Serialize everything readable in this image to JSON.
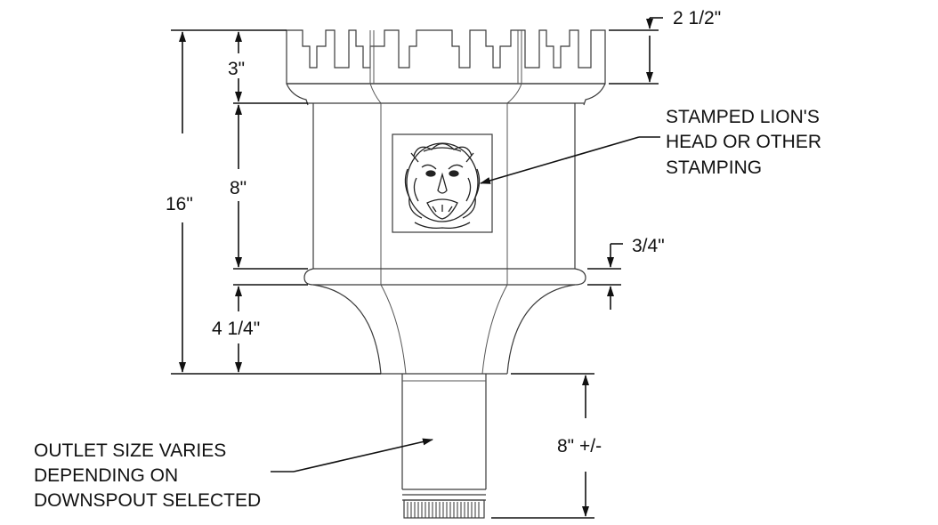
{
  "diagram": {
    "dimensions": {
      "crown_notch": "2 1/2\"",
      "crown_height": "3\"",
      "body_height": "8\"",
      "overall_height": "16\"",
      "band_height": "3/4\"",
      "lower_height": "4 1/4\"",
      "outlet_length": "8\" +/-"
    },
    "callouts": {
      "stamping": [
        "STAMPED LION'S",
        "HEAD OR OTHER",
        "STAMPING"
      ],
      "outlet": [
        "OUTLET SIZE VARIES",
        "DEPENDING ON",
        "DOWNSPOUT SELECTED"
      ]
    }
  }
}
